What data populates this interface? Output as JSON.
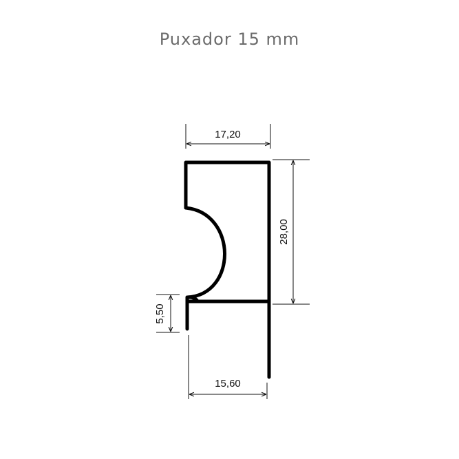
{
  "title": "Puxador 15 mm",
  "dimensions": {
    "top_width": "17,20",
    "height": "28,00",
    "lip_height": "5,50",
    "bottom_width": "15,60"
  },
  "colors": {
    "profile": "#000000",
    "title": "#6b6b6b",
    "dimension_lines": "#111111"
  }
}
